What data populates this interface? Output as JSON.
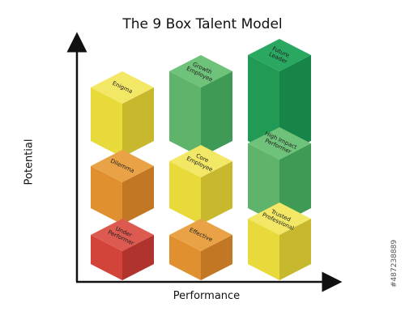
{
  "title": "The 9 Box Talent Model",
  "axes": {
    "y_label": "Potential",
    "x_label": "Performance"
  },
  "watermark": "#487238889",
  "boxes": [
    {
      "id": "enigma",
      "lines": [
        "Enigma"
      ],
      "row": "high",
      "col": "low",
      "color": "#e9da3c",
      "dark": "#c7b82d",
      "top": "#f2e865"
    },
    {
      "id": "growth-employee",
      "lines": [
        "Growth",
        "Employee"
      ],
      "row": "high",
      "col": "mid",
      "color": "#5fb36b",
      "dark": "#3f9a55",
      "top": "#6fc27a"
    },
    {
      "id": "future-leader",
      "lines": [
        "Future",
        "Leader"
      ],
      "row": "high",
      "col": "high",
      "color": "#219a56",
      "dark": "#178548",
      "top": "#2aa862"
    },
    {
      "id": "dilemma",
      "lines": [
        "Dilemma"
      ],
      "row": "mid",
      "col": "low",
      "color": "#e0902e",
      "dark": "#c27724",
      "top": "#e9a245"
    },
    {
      "id": "core-employee",
      "lines": [
        "Core",
        "Employee"
      ],
      "row": "mid",
      "col": "mid",
      "color": "#e9da3c",
      "dark": "#c7b82d",
      "top": "#f2e865"
    },
    {
      "id": "high-impact-performer",
      "lines": [
        "High Impact",
        "Performer"
      ],
      "row": "mid",
      "col": "high",
      "color": "#5fb36b",
      "dark": "#3f9a55",
      "top": "#6fc27a"
    },
    {
      "id": "under-performer",
      "lines": [
        "Under",
        "Performer"
      ],
      "row": "low",
      "col": "low",
      "color": "#d2433a",
      "dark": "#b0342d",
      "top": "#dd5a50"
    },
    {
      "id": "effective",
      "lines": [
        "Effective"
      ],
      "row": "low",
      "col": "mid",
      "color": "#e0902e",
      "dark": "#c27724",
      "top": "#e9a245"
    },
    {
      "id": "trusted-professional",
      "lines": [
        "Trusted",
        "Professional"
      ],
      "row": "low",
      "col": "high",
      "color": "#e9da3c",
      "dark": "#c7b82d",
      "top": "#f2e865"
    }
  ]
}
